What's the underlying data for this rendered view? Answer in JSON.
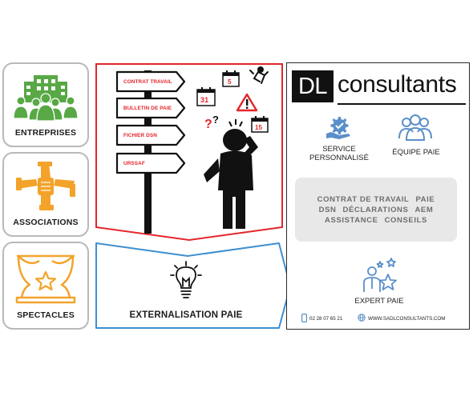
{
  "cards": [
    {
      "label": "ENTREPRISES",
      "icon": "building-people-icon",
      "color": "#58a845"
    },
    {
      "label": "ASSOCIATIONS",
      "icon": "joined-hands-icon",
      "color": "#f3a32a"
    },
    {
      "label": "SPECTACLES",
      "icon": "stage-curtain-star-icon",
      "color": "#f3a32a"
    }
  ],
  "signpost": {
    "signs": [
      "CONTRAT TRAVAIL",
      "BULLETIN DE PAIE",
      "FICHIER DSN",
      "URSSAF"
    ],
    "calendars": [
      "5",
      "31",
      "15"
    ],
    "accent": "#e3262a"
  },
  "externalisation": {
    "label": "EXTERNALISATION PAIE",
    "icon": "lightbulb-icon"
  },
  "brand": {
    "mark": "DL",
    "name": "consultants"
  },
  "features": [
    {
      "label_line1": "SERVICE",
      "label_line2": "PERSONNALISÉ",
      "icon": "hand-gear-icon"
    },
    {
      "label_line1": "ÉQUIPE PAIE",
      "icon": "team-icon"
    }
  ],
  "services": {
    "row1": [
      "CONTRAT DE TRAVAIL",
      "PAIE"
    ],
    "row2": [
      "DSN",
      "DÉCLARATIONS",
      "AEM"
    ],
    "row3": [
      "ASSISTANCE",
      "CONSEILS"
    ]
  },
  "expert": {
    "label": "EXPERT PAIE",
    "icon": "expert-stars-icon"
  },
  "contact": {
    "phone": "02 28 07 65 21",
    "website": "WWW.SADLCONSULTANTS.COM"
  },
  "colors": {
    "red": "#e3262a",
    "blue": "#3d8fd1",
    "icon_blue": "#5b8fc9",
    "green": "#58a845",
    "orange": "#f3a32a"
  }
}
